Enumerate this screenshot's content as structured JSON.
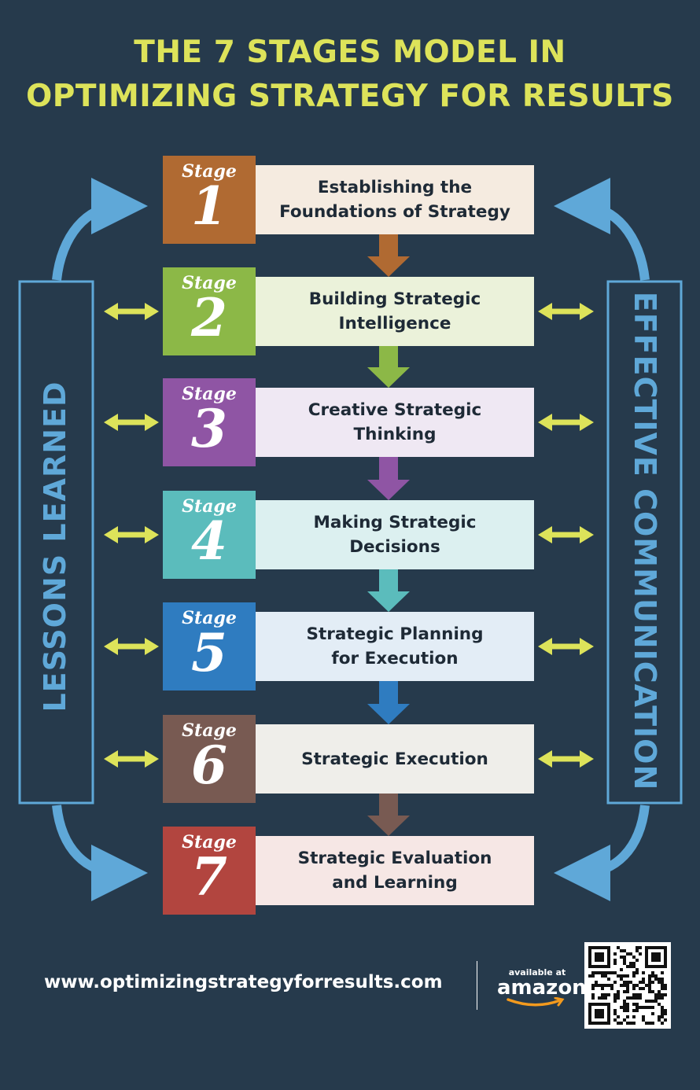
{
  "title": {
    "line1": "THE 7 STAGES MODEL IN",
    "line2": "OPTIMIZING STRATEGY FOR RESULTS"
  },
  "stages": [
    {
      "label": "Stage",
      "number": "1",
      "text": "Establishing the\nFoundations of Strategy",
      "color": "#b06a32",
      "bg": "#f5ebe0"
    },
    {
      "label": "Stage",
      "number": "2",
      "text": "Building Strategic\nIntelligence",
      "color": "#8cb847",
      "bg": "#ebf2da"
    },
    {
      "label": "Stage",
      "number": "3",
      "text": "Creative Strategic\nThinking",
      "color": "#8f55a4",
      "bg": "#efe8f3"
    },
    {
      "label": "Stage",
      "number": "4",
      "text": "Making Strategic\nDecisions",
      "color": "#5bbcbc",
      "bg": "#dcf0f0"
    },
    {
      "label": "Stage",
      "number": "5",
      "text": "Strategic Planning\nfor Execution",
      "color": "#2f7cc0",
      "bg": "#e3edf6"
    },
    {
      "label": "Stage",
      "number": "6",
      "text": "Strategic Execution",
      "color": "#785a52",
      "bg": "#efeeea"
    },
    {
      "label": "Stage",
      "number": "7",
      "text": "Strategic Evaluation\nand Learning",
      "color": "#b2453f",
      "bg": "#f6e7e5"
    }
  ],
  "side_labels": {
    "left": "LESSONS LEARNED",
    "right": "EFFECTIVE COMMUNICATION"
  },
  "footer": {
    "website": "www.optimizingstrategyforresults.com",
    "available": "available at",
    "amazon": "amazon"
  },
  "colors": {
    "background": "#263a4c",
    "title": "#dde35a",
    "accent_blue": "#5fa8d8",
    "double_arrow": "#dde35a"
  }
}
